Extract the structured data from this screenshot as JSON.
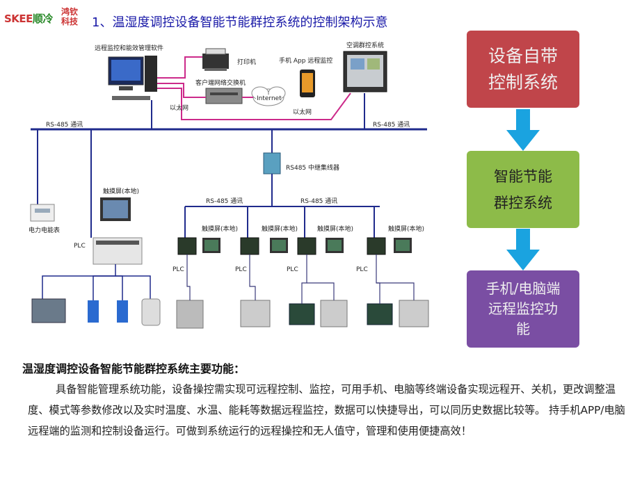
{
  "logo": {
    "brand_text": "SKEE",
    "brand_mark": "顺冷",
    "sub_line1": "鸿钦",
    "sub_line2": "科技"
  },
  "title": "1、温湿度调控设备智能节能群控系统的控制架构示意",
  "diagram": {
    "labels": {
      "remote_software": "远程监控和能效管理软件",
      "printer": "打印机",
      "mobile_app": "手机 App 远程监控",
      "group_control": "空调群控系统",
      "client_switch": "客户端网络交换机",
      "internet": "Internet",
      "ethernet_left": "以太网",
      "ethernet_right": "以太网",
      "rs485_left": "RS-485 通讯",
      "rs485_right": "RS-485 通讯",
      "repeater": "RS485 中继集线器",
      "rs485_mid_left": "RS-485 通讯",
      "rs485_mid_right": "RS-485 通讯",
      "touchscreen_main": "触摸屏(本地)",
      "power_meter": "电力电能表",
      "plc_main": "PLC",
      "touchscreen_1": "触摸屏(本地)",
      "touchscreen_2": "触摸屏(本地)",
      "touchscreen_3": "触摸屏(本地)",
      "touchscreen_4": "触摸屏(本地)",
      "plc_1": "PLC",
      "plc_2": "PLC",
      "plc_3": "PLC",
      "plc_4": "PLC"
    },
    "colors": {
      "ethernet": "#cc2a8a",
      "rs485": "#1f2a8c",
      "field": "#3a3a7a"
    }
  },
  "flow": {
    "box1": {
      "line1": "设备自带",
      "line2": "控制系统",
      "color": "#c0454a"
    },
    "box2": {
      "line1": "智能节能",
      "line2": "群控系统",
      "color": "#8dbb49"
    },
    "box3": {
      "line1": "手机/电脑端",
      "line2": "远程监控功",
      "line3": "能",
      "color": "#7a4ea3"
    },
    "arrow_color": "#1aa3e0"
  },
  "features": {
    "heading": "温湿度调控设备智能节能群控系统主要功能：",
    "body": "具备智能管理系统功能，设备操控需实现可远程控制、监控，可用手机、电脑等终端设备实现远程开、关机，更改调整温度、模式等参数修改以及实时温度、水温、能耗等数据远程监控，数据可以快捷导出，可以同历史数据比较等。 持手机APP/电脑远程端的监测和控制设备运行。可做到系统运行的远程操控和无人值守，管理和使用便捷高效！"
  }
}
